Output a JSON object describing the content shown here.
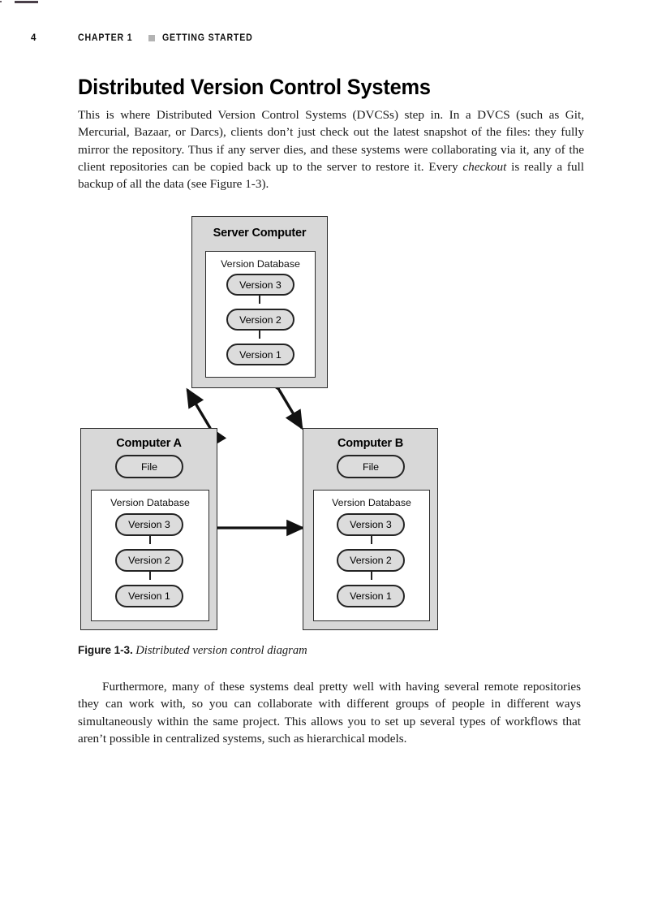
{
  "page": {
    "folio": "4",
    "chapter_label": "CHAPTER 1",
    "section_label": "GETTING STARTED",
    "separator_icon": "square-separator-icon",
    "title": "Distributed Version Control Systems"
  },
  "paragraphs": {
    "intro_part1": "This is where Distributed Version Control Systems (DVCSs) step in. In a DVCS (such as Git, Mercurial, Bazaar, or Darcs), clients don’t just check out the latest snapshot of the files: they fully mirror the repository. Thus if any server dies, and these systems were collaborating via it, any of the client repositories can be copied back up to the server to restore it. Every ",
    "intro_italic": "checkout",
    "intro_part2": " is really a full backup of all the data (see Figure 1-3).",
    "closing": "Furthermore, many of these systems deal pretty well with having several remote repositories they can work with, so you can collaborate with different groups of people in different ways simultaneously within the same project. This allows you to set up several types of workflows that aren’t possible in centralized systems, such as hierarchical models."
  },
  "caption": {
    "label": "Figure 1-3.",
    "text": "Distributed version control diagram"
  },
  "figure": {
    "server": {
      "title": "Server Computer",
      "vdb_title": "Version Database",
      "versions": [
        "Version 3",
        "Version 2",
        "Version 1"
      ]
    },
    "computer_a": {
      "title": "Computer A",
      "file_label": "File",
      "vdb_title": "Version Database",
      "versions": [
        "Version 3",
        "Version 2",
        "Version 1"
      ]
    },
    "computer_b": {
      "title": "Computer B",
      "file_label": "File",
      "vdb_title": "Version Database",
      "versions": [
        "Version 3",
        "Version 2",
        "Version 1"
      ]
    },
    "connectors": [
      {
        "name": "server-to-computer-a",
        "style": "double-headed-diagonal-arrow"
      },
      {
        "name": "server-to-computer-b",
        "style": "double-headed-diagonal-arrow"
      },
      {
        "name": "computer-a-to-computer-b",
        "style": "double-headed-horizontal-arrow"
      },
      {
        "name": "vdb-a-to-file-a",
        "style": "single-headed-up-arrow"
      },
      {
        "name": "vdb-b-to-file-b",
        "style": "single-headed-up-arrow"
      }
    ]
  },
  "colors": {
    "box_fill": "#d8d8d8",
    "inner_fill": "#ffffff",
    "pill_fill": "#dcdcdc",
    "stroke": "#232323",
    "separator": "#b3b3b3"
  }
}
